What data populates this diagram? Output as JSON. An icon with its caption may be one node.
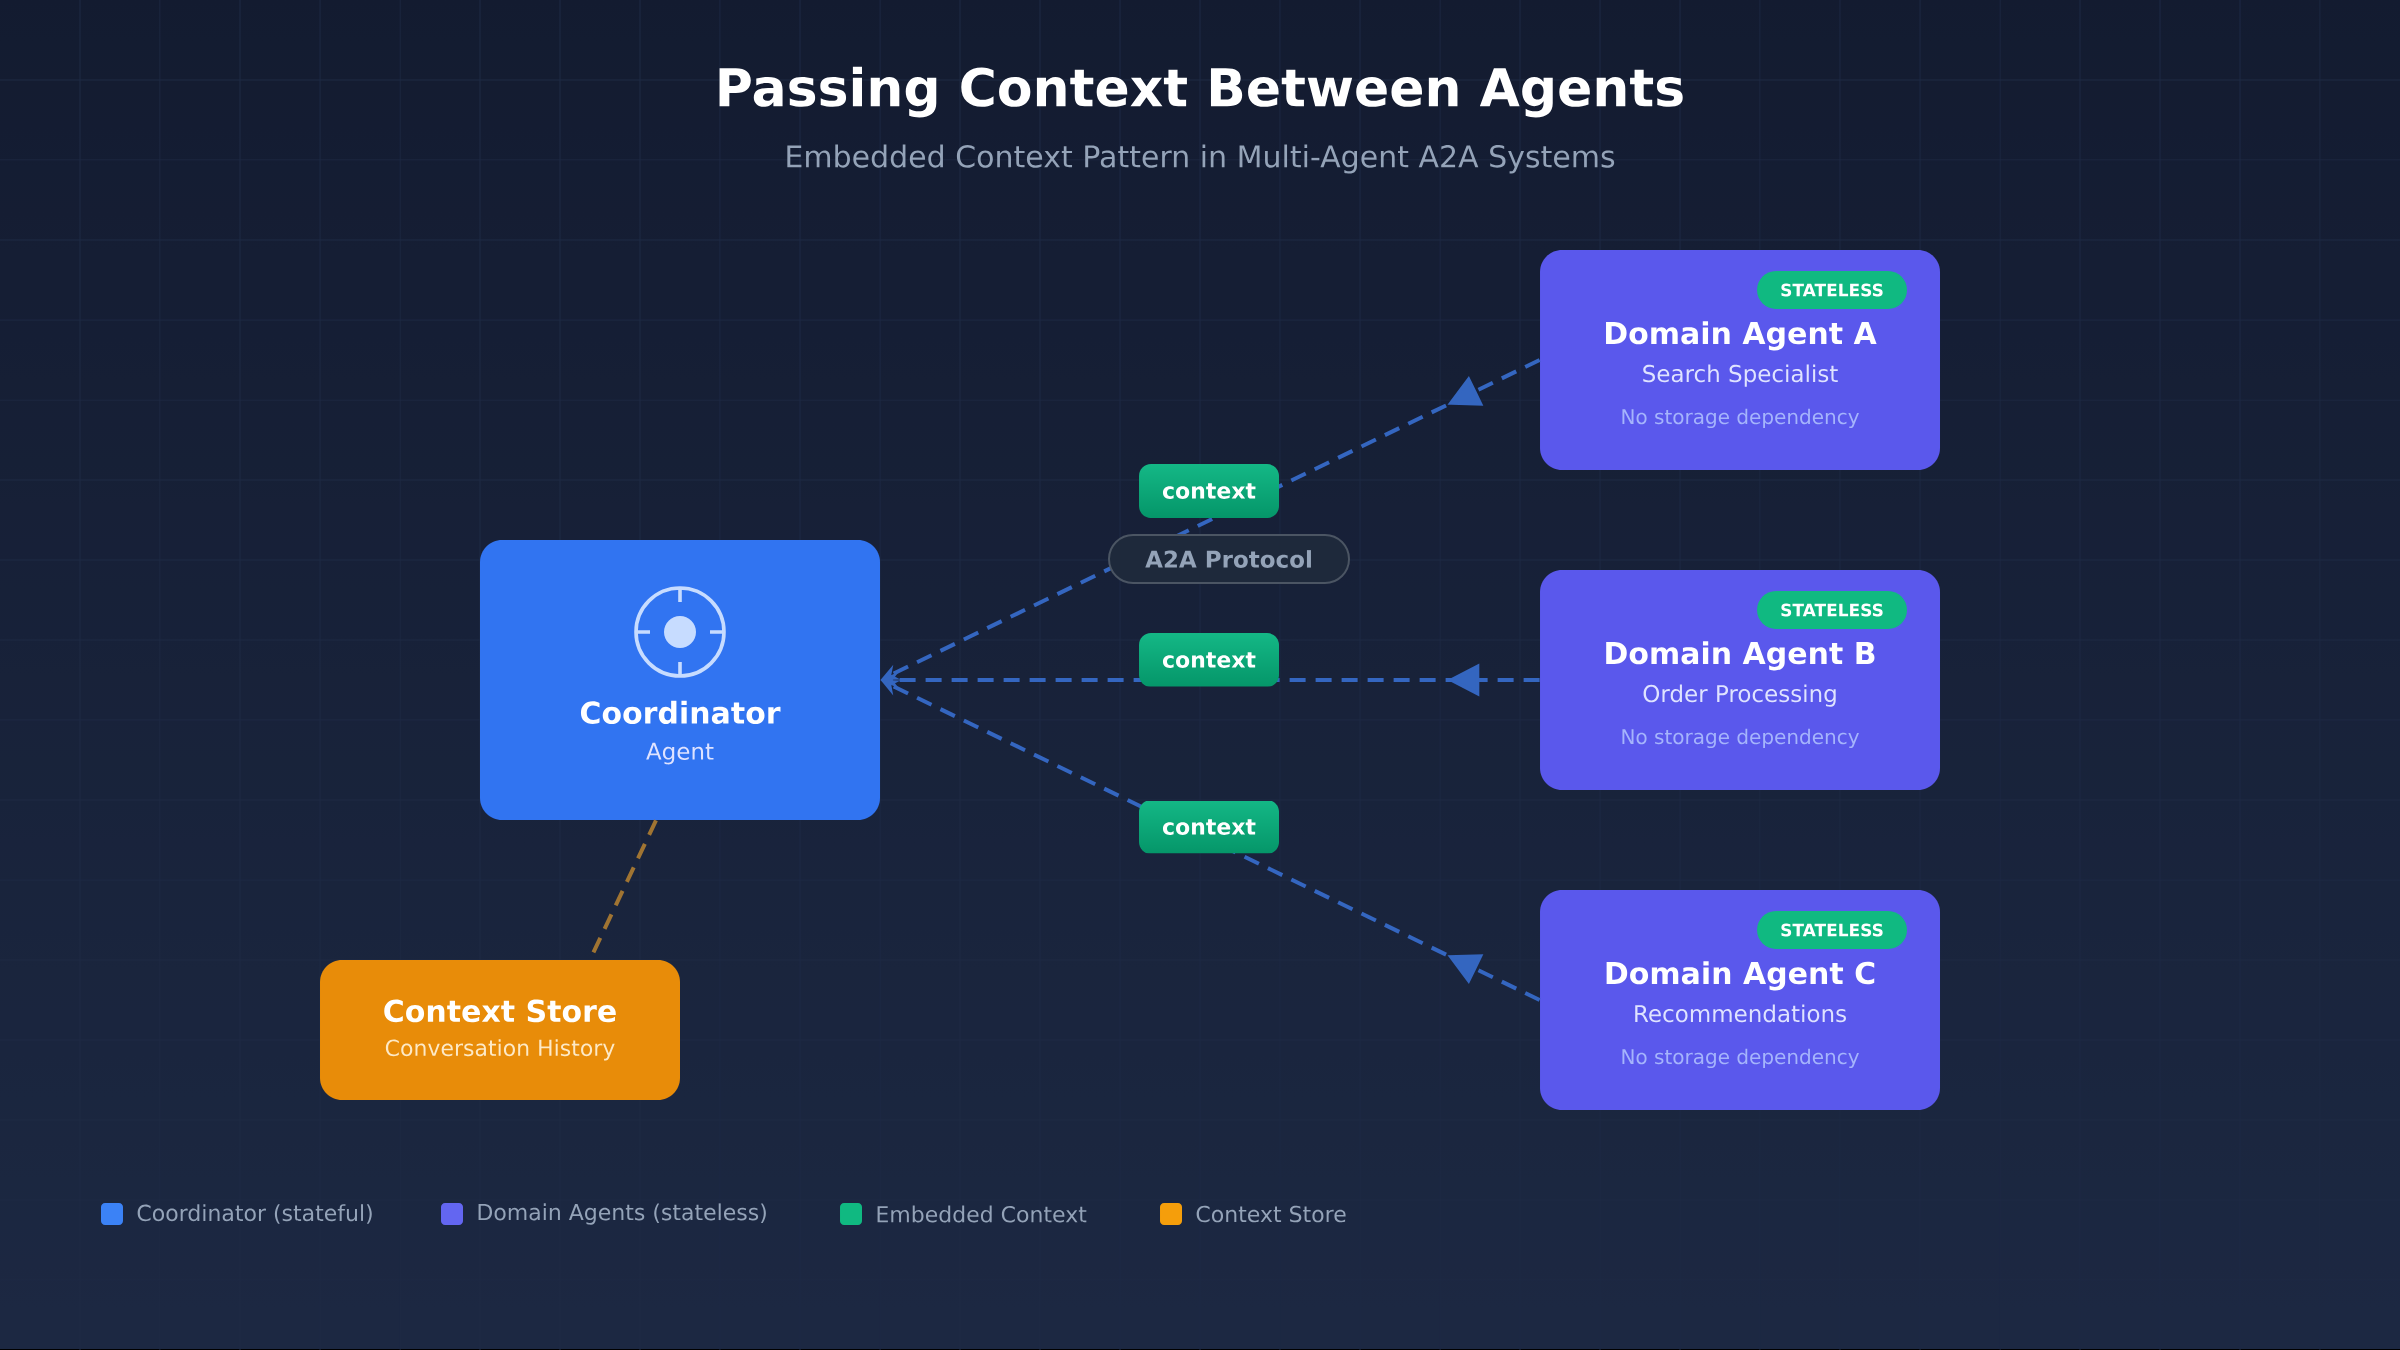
{
  "diagram": {
    "title": "Passing Context Between Agents",
    "caption": "Embedded Context Pattern in Multi-Agent A2A Systems",
    "nodes": [
      {
        "text": [
          "Coordinator",
          "Agent"
        ]
      },
      {
        "text": [
          "Context Store",
          "Conversation History"
        ]
      },
      {
        "text": [
          "Domain Agent A",
          "Search Specialist",
          "No storage dependency"
        ]
      },
      {
        "text": [
          "STATELESS"
        ],
        "in": 2
      },
      {
        "text": [
          "Domain Agent B",
          "Order Processing",
          "No storage dependency"
        ]
      },
      {
        "text": [
          "STATELESS"
        ],
        "in": 4
      },
      {
        "text": [
          "Domain Agent C",
          "Recommendations",
          "No storage dependency"
        ]
      },
      {
        "text": [
          "STATELESS"
        ],
        "in": 6
      }
    ],
    "edges": [
      {
        "from": 2,
        "to": 0,
        "arrow": "to",
        "label": "context",
        "style": "dashed"
      },
      {
        "from": 4,
        "to": 0,
        "arrow": "to",
        "label": "context",
        "style": "dashed"
      },
      {
        "from": 6,
        "to": 0,
        "arrow": "to",
        "label": "context",
        "style": "dashed"
      },
      {
        "from": 0,
        "to": 1,
        "arrow": "none",
        "style": "dashed",
        "color": "#a07432"
      }
    ],
    "labels": [
      "A2A Protocol"
    ],
    "legend": [
      {
        "text": "Coordinator (stateful)",
        "color": "#3b82f6"
      },
      {
        "text": "Domain Agents (stateless)",
        "color": "#6366f1"
      },
      {
        "text": "Embedded Context",
        "color": "#10b981"
      },
      {
        "text": "Context Store",
        "color": "#f59e0b"
      }
    ]
  }
}
